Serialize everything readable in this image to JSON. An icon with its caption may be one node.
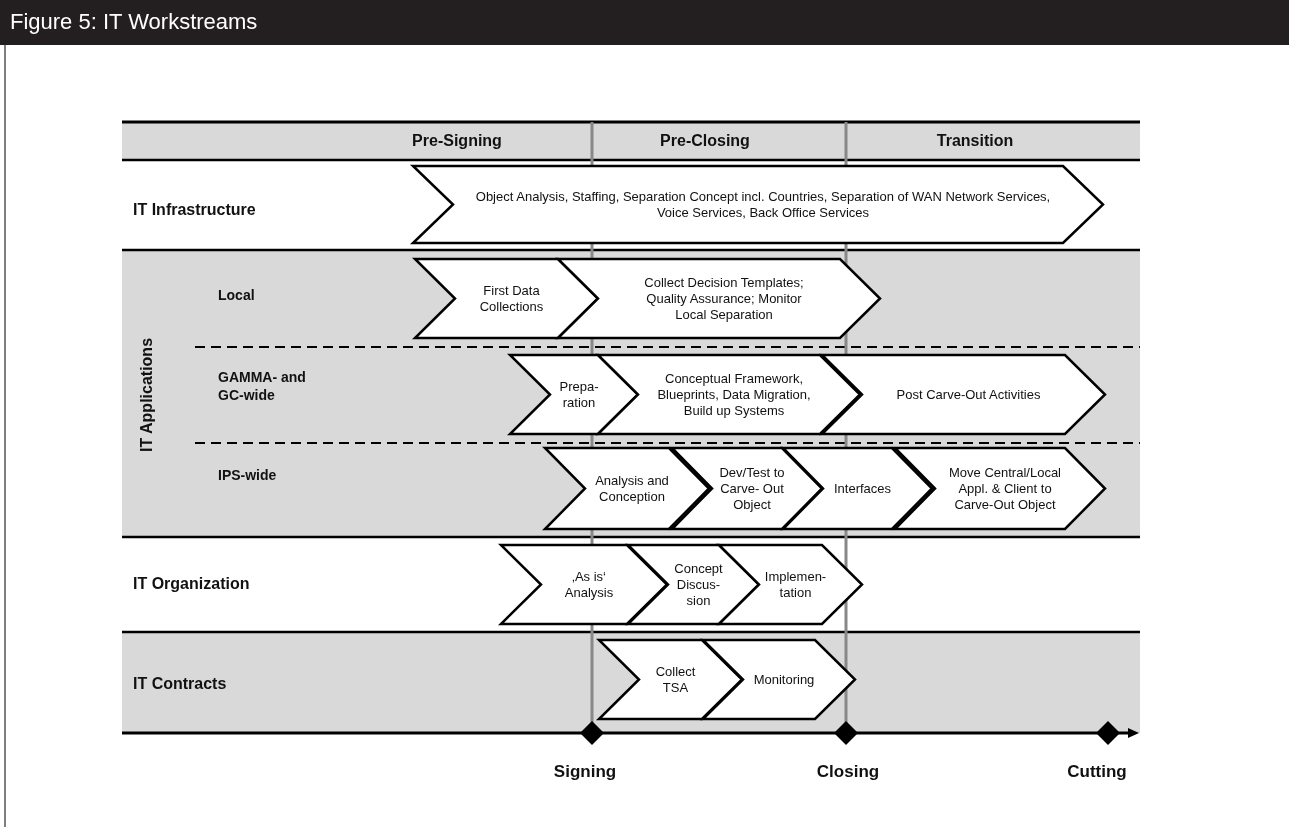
{
  "diagram": {
    "title": "Figure 5: IT Workstreams",
    "nodes": [
      {
        "text": [
          "Object Analysis, Staffing, Separation Concept incl. Countries, Separation of WAN Network Services, Voice Services, Back Office Services"
        ]
      },
      {
        "text": [
          "First Data Collections"
        ]
      },
      {
        "text": [
          "Collect Decision Templates; Quality Assurance; Monitor Local Separation"
        ]
      },
      {
        "text": [
          "Prepa- ration"
        ]
      },
      {
        "text": [
          "Conceptual Framework, Blueprints, Data Migration, Build up Systems"
        ]
      },
      {
        "text": [
          "Post Carve-Out Activities"
        ]
      },
      {
        "text": [
          "Analysis and Conception"
        ]
      },
      {
        "text": [
          "Dev/Test to Carve- Out Object"
        ]
      },
      {
        "text": [
          "Interfaces"
        ]
      },
      {
        "text": [
          "Move Central/Local Appl. & Client to Carve-Out Object"
        ]
      },
      {
        "text": [
          "‚As is‘ Analysis"
        ]
      },
      {
        "text": [
          "Concept Discus- sion"
        ]
      },
      {
        "text": [
          "Implemen- tation"
        ]
      },
      {
        "text": [
          "Collect TSA"
        ]
      },
      {
        "text": [
          "Monitoring"
        ]
      }
    ],
    "labels": [
      "Pre-Signing",
      "Pre-Closing",
      "Transition",
      "IT Infrastructure",
      "IT Applications",
      "Local",
      "GAMMA- and GC-wide",
      "IPS-wide",
      "IT Organization",
      "IT Contracts",
      "Signing",
      "Closing",
      "Cutting"
    ]
  }
}
